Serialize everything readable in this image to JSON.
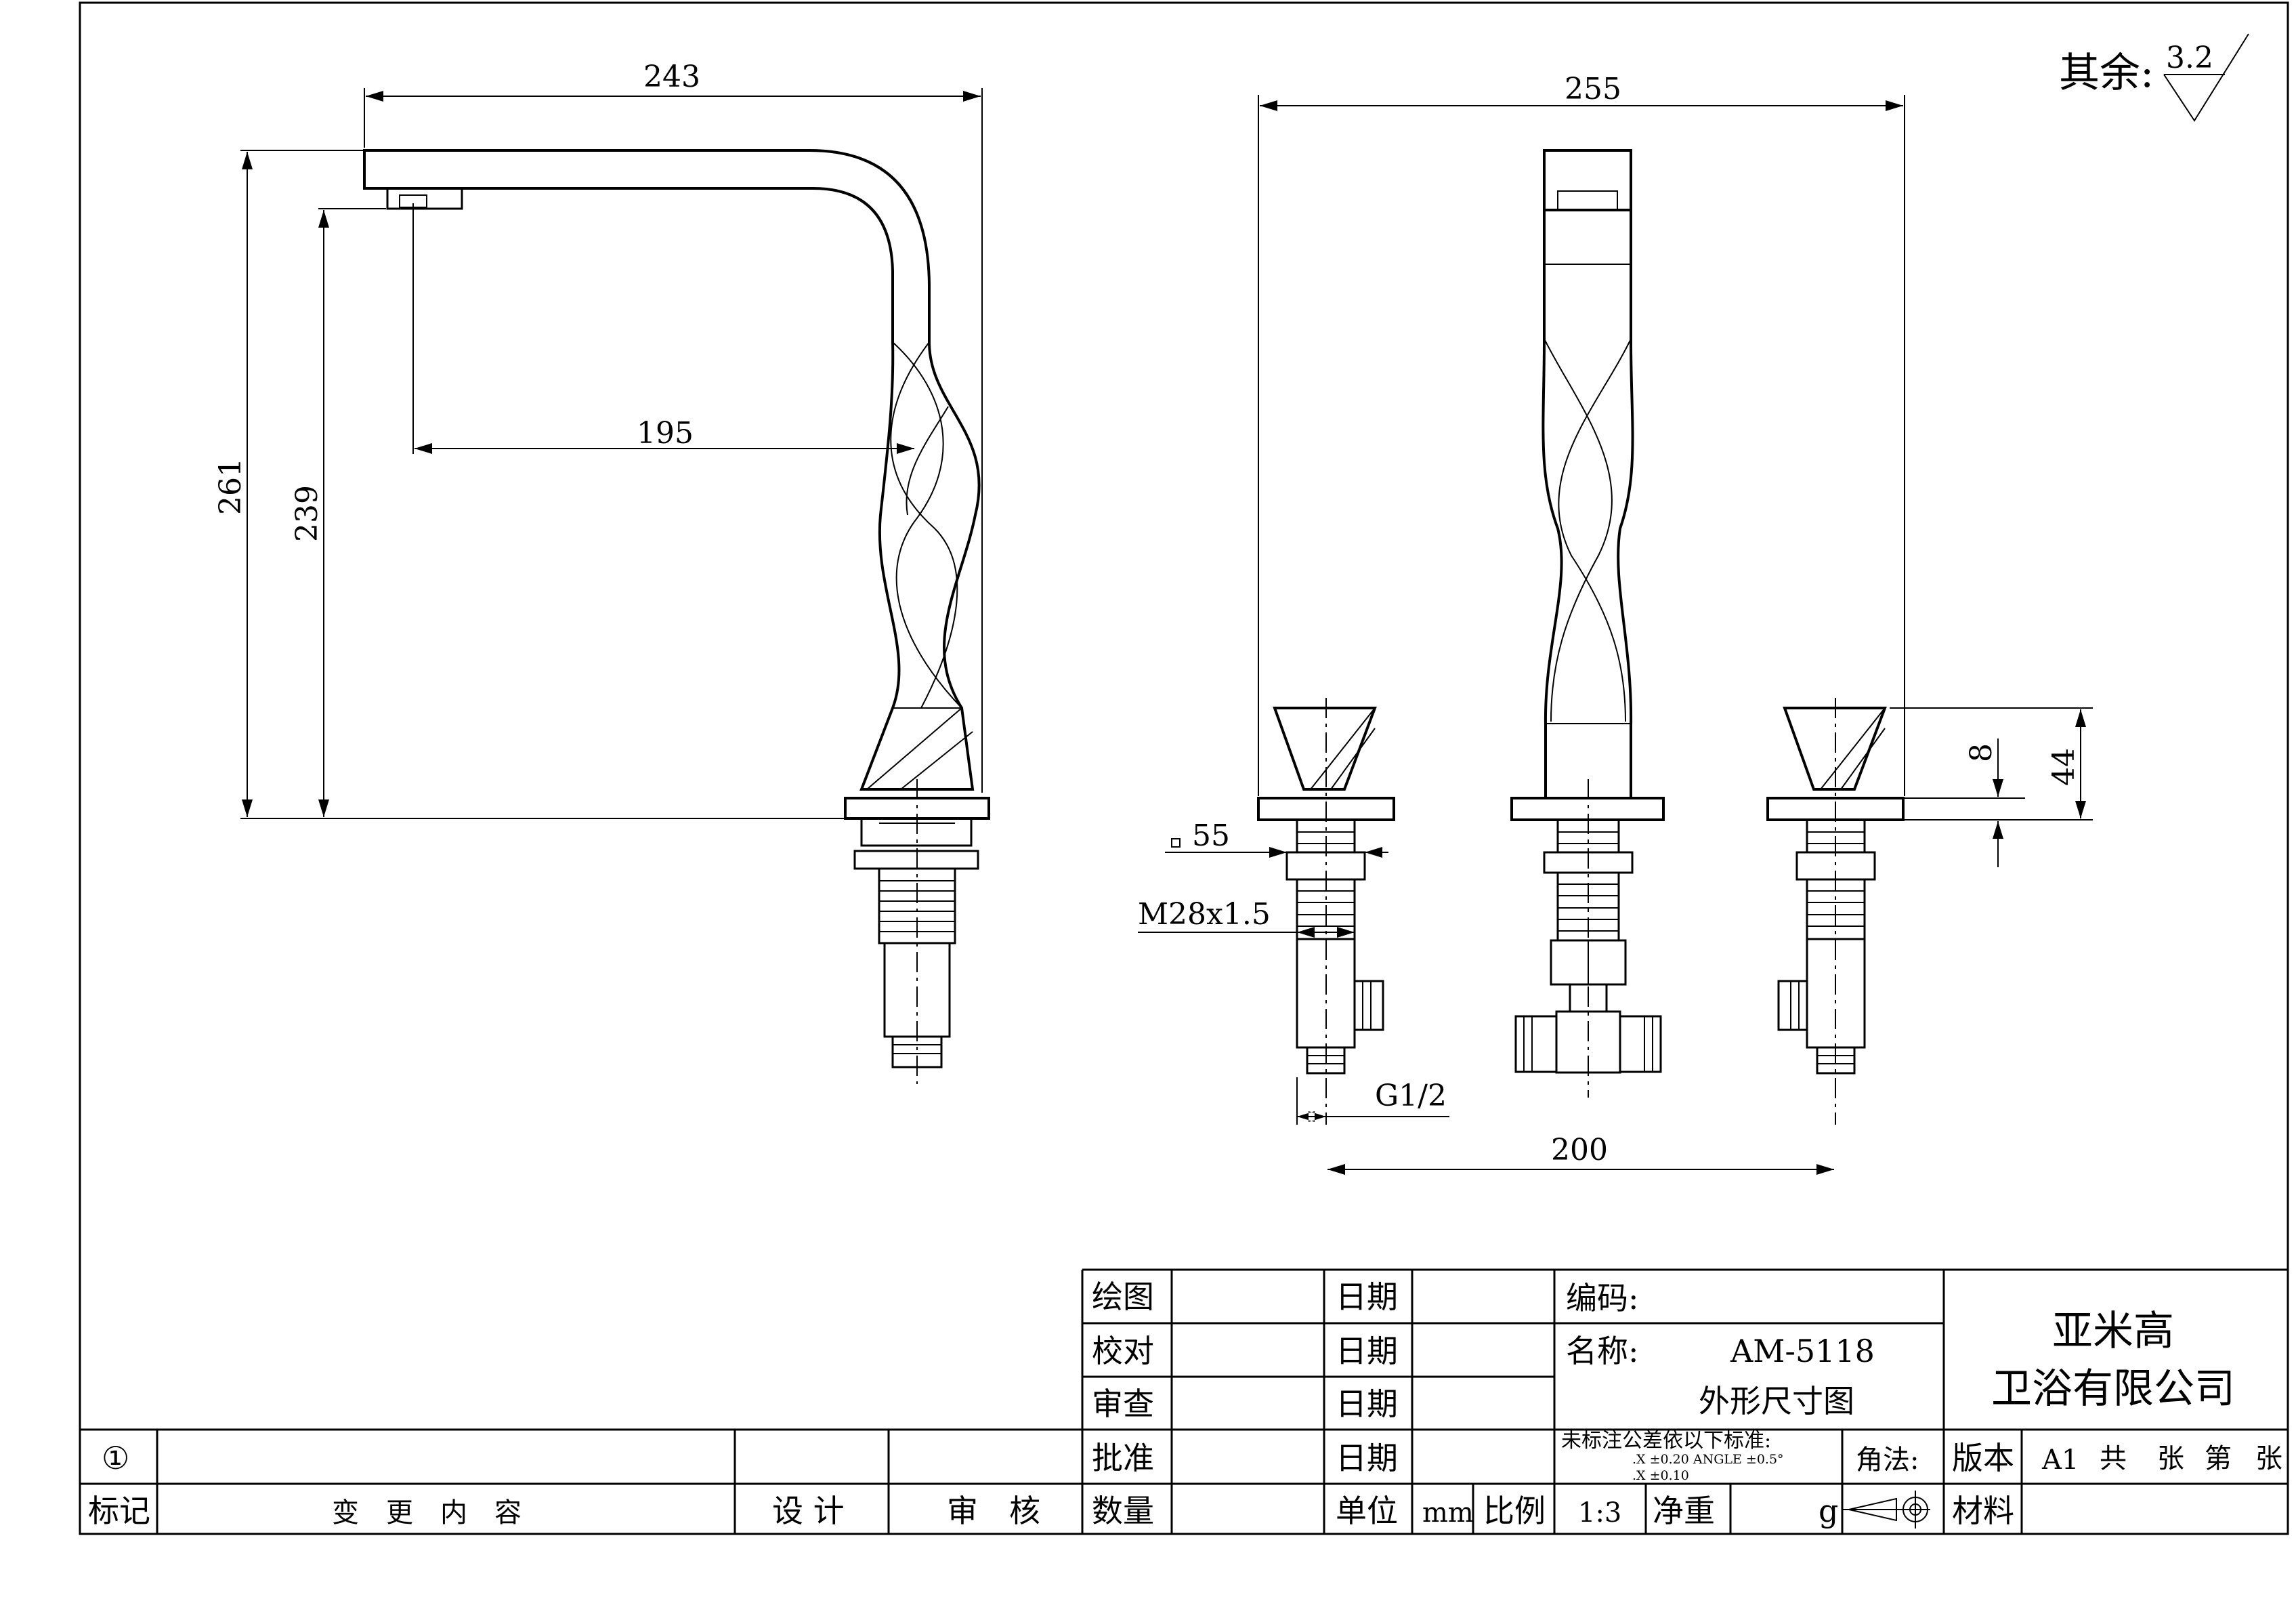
{
  "roughness": {
    "label": "其余:",
    "value": "3.2"
  },
  "dimensions": {
    "spout_length": "243",
    "outlet_to_center": "195",
    "total_height": "261",
    "outlet_height": "239",
    "front_width": "255",
    "handle_height": "44",
    "plate_height": "8",
    "plate_square": "55",
    "thread": "M28x1.5",
    "connection": "G1/2",
    "center_distance": "200"
  },
  "title_block": {
    "draw": "绘图",
    "check": "校对",
    "review": "审查",
    "approve": "批准",
    "quantity": "数量",
    "date": "日期",
    "unit": "单位",
    "unit_value": "mm",
    "scale": "比例",
    "scale_value": "1:3",
    "net_weight": "净重",
    "weight_unit": "g",
    "material": "材料",
    "code_label": "编码:",
    "name_label": "名称:",
    "model": "AM-5118",
    "drawing_name": "外形尺寸图",
    "tolerance_title": "未标注公差依以下标准:",
    "tol_line1": ".X      ±0.20  ANGLE  ±0.5°",
    "tol_line2": ".X      ±0.10",
    "angle_method": "角法:",
    "version": "版本",
    "version_value": "A1",
    "sheet_total": "共",
    "sheet_unit_a": "张",
    "sheet_no": "第",
    "sheet_unit_b": "张",
    "company_line1": "亚米高",
    "company_line2": "卫浴有限公司",
    "rev_mark": "①",
    "mark": "标记",
    "change_content": "变　更　内　容",
    "design": "设 计",
    "audit": "审　核"
  }
}
